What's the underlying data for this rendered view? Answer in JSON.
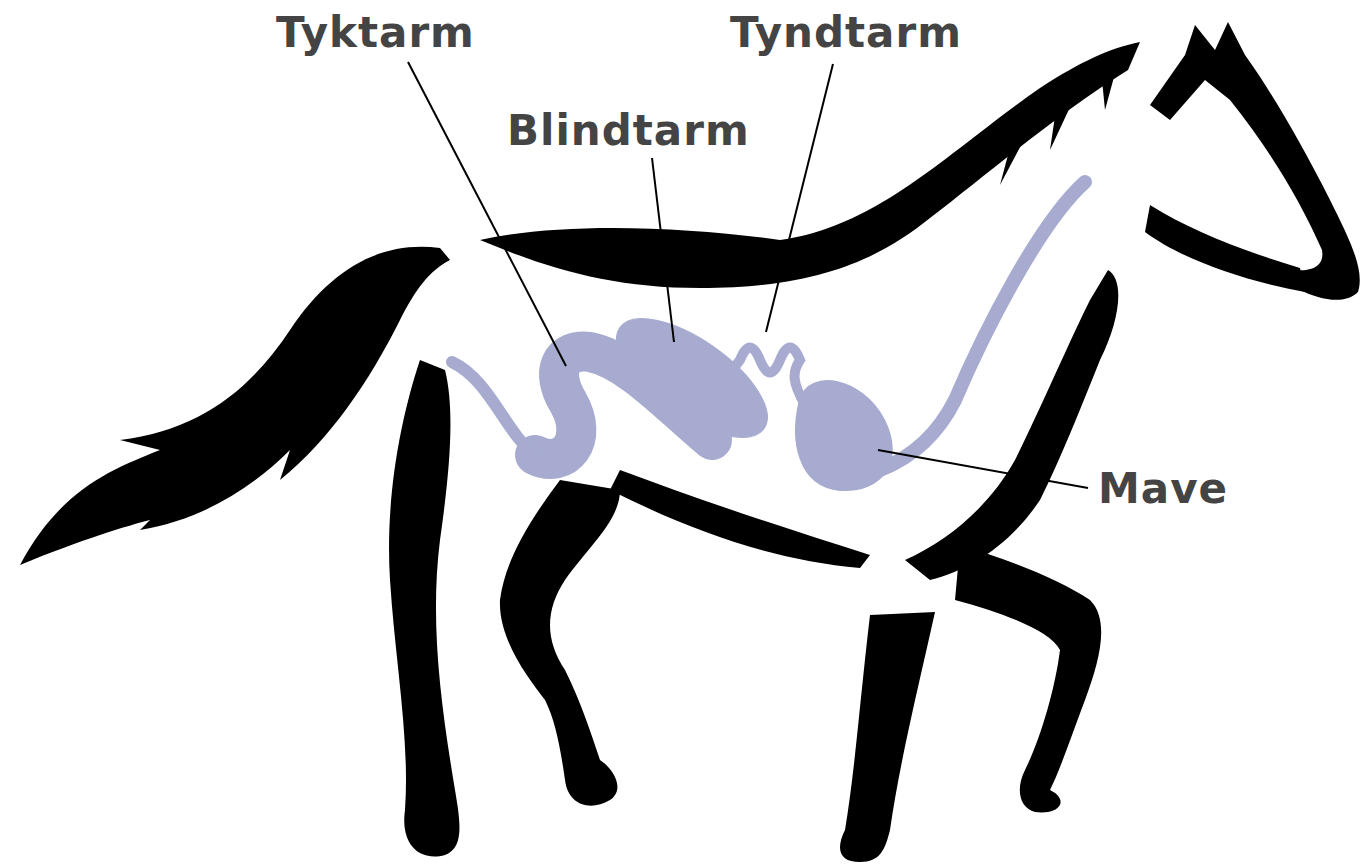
{
  "diagram": {
    "labels": [
      "Tyktarm",
      "Tyndtarm",
      "Blindtarm",
      "Mave"
    ]
  }
}
